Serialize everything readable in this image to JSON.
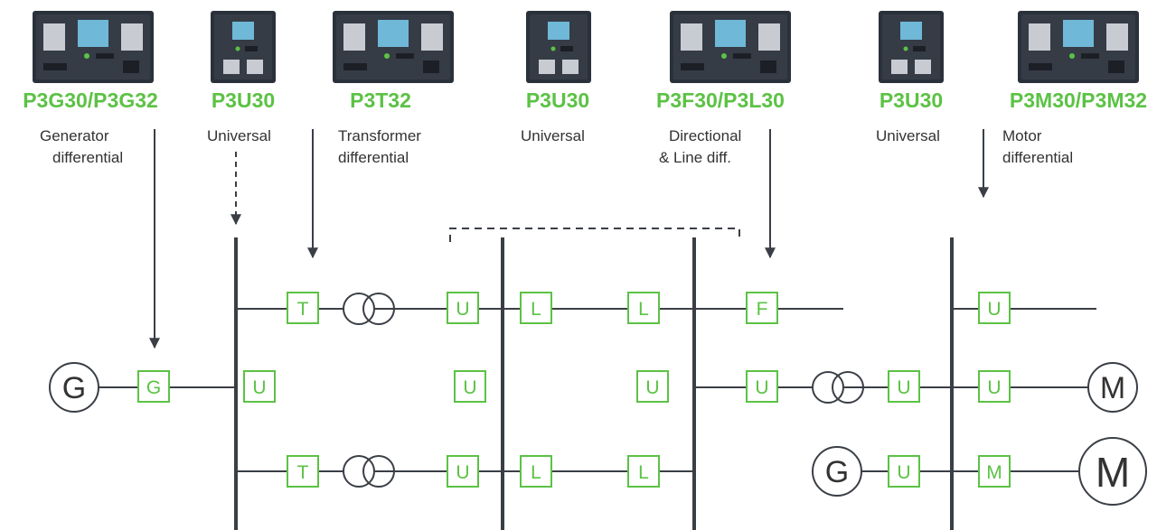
{
  "devices": [
    {
      "id": "d1",
      "model": "P3G30/P3G32",
      "desc": [
        "Generator",
        "differential"
      ],
      "panel": "wide"
    },
    {
      "id": "d2",
      "model": "P3U30",
      "desc": [
        "Universal"
      ],
      "panel": "small"
    },
    {
      "id": "d3",
      "model": "P3T32",
      "desc": [
        "Transformer",
        "differential"
      ],
      "panel": "wide"
    },
    {
      "id": "d4",
      "model": "P3U30",
      "desc": [
        "Universal"
      ],
      "panel": "small"
    },
    {
      "id": "d5",
      "model": "P3F30/P3L30",
      "desc": [
        "Directional",
        "& Line diff."
      ],
      "panel": "wide"
    },
    {
      "id": "d6",
      "model": "P3U30",
      "desc": [
        "Universal"
      ],
      "panel": "small"
    },
    {
      "id": "d7",
      "model": "P3M30/P3M32",
      "desc": [
        "Motor",
        "differential"
      ],
      "panel": "wide"
    }
  ],
  "relay_boxes": [
    {
      "row": "top",
      "letter": "T"
    },
    {
      "row": "top",
      "letter": "U"
    },
    {
      "row": "top",
      "letter": "L"
    },
    {
      "row": "top",
      "letter": "L"
    },
    {
      "row": "top",
      "letter": "F"
    },
    {
      "row": "top",
      "letter": "U"
    },
    {
      "row": "middle",
      "letter": "G"
    },
    {
      "row": "middle",
      "letter": "U"
    },
    {
      "row": "middle",
      "letter": "U"
    },
    {
      "row": "middle",
      "letter": "U"
    },
    {
      "row": "middle",
      "letter": "U"
    },
    {
      "row": "middle",
      "letter": "U"
    },
    {
      "row": "middle",
      "letter": "U"
    },
    {
      "row": "bottom",
      "letter": "T"
    },
    {
      "row": "bottom",
      "letter": "U"
    },
    {
      "row": "bottom",
      "letter": "L"
    },
    {
      "row": "bottom",
      "letter": "L"
    },
    {
      "row": "bottom",
      "letter": "U"
    },
    {
      "row": "bottom",
      "letter": "M"
    }
  ],
  "machines": [
    {
      "letter": "G",
      "kind": "generator"
    },
    {
      "letter": "M",
      "kind": "motor"
    },
    {
      "letter": "G",
      "kind": "generator"
    },
    {
      "letter": "M",
      "kind": "motor"
    }
  ],
  "colors": {
    "accent_green": "#5cc245",
    "line": "#3a3f46",
    "text": "#333333",
    "device_body": "#2b313a",
    "device_screen": "#6fb8d8"
  }
}
